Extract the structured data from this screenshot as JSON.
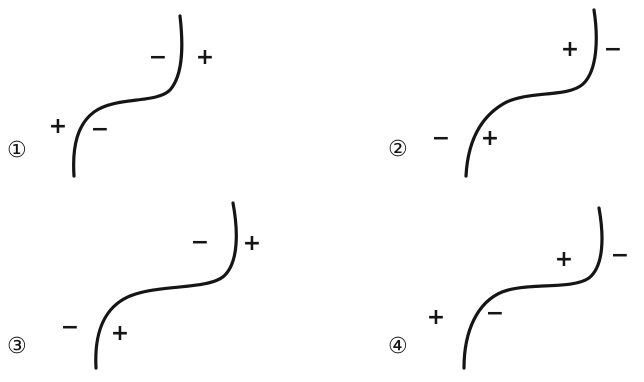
{
  "panels": [
    {
      "label": "①",
      "top_left": "−",
      "top_right": "+",
      "bottom_left": "+",
      "bottom_right": "−"
    },
    {
      "label": "②",
      "top_left": "+",
      "top_right": "−",
      "bottom_left": "−",
      "bottom_right": "+"
    },
    {
      "label": "③",
      "top_left": "−",
      "top_right": "+",
      "bottom_left": "−",
      "bottom_right": "+"
    },
    {
      "label": "④",
      "top_left": "+",
      "top_right": "−",
      "bottom_left": "+",
      "bottom_right": "−"
    }
  ]
}
